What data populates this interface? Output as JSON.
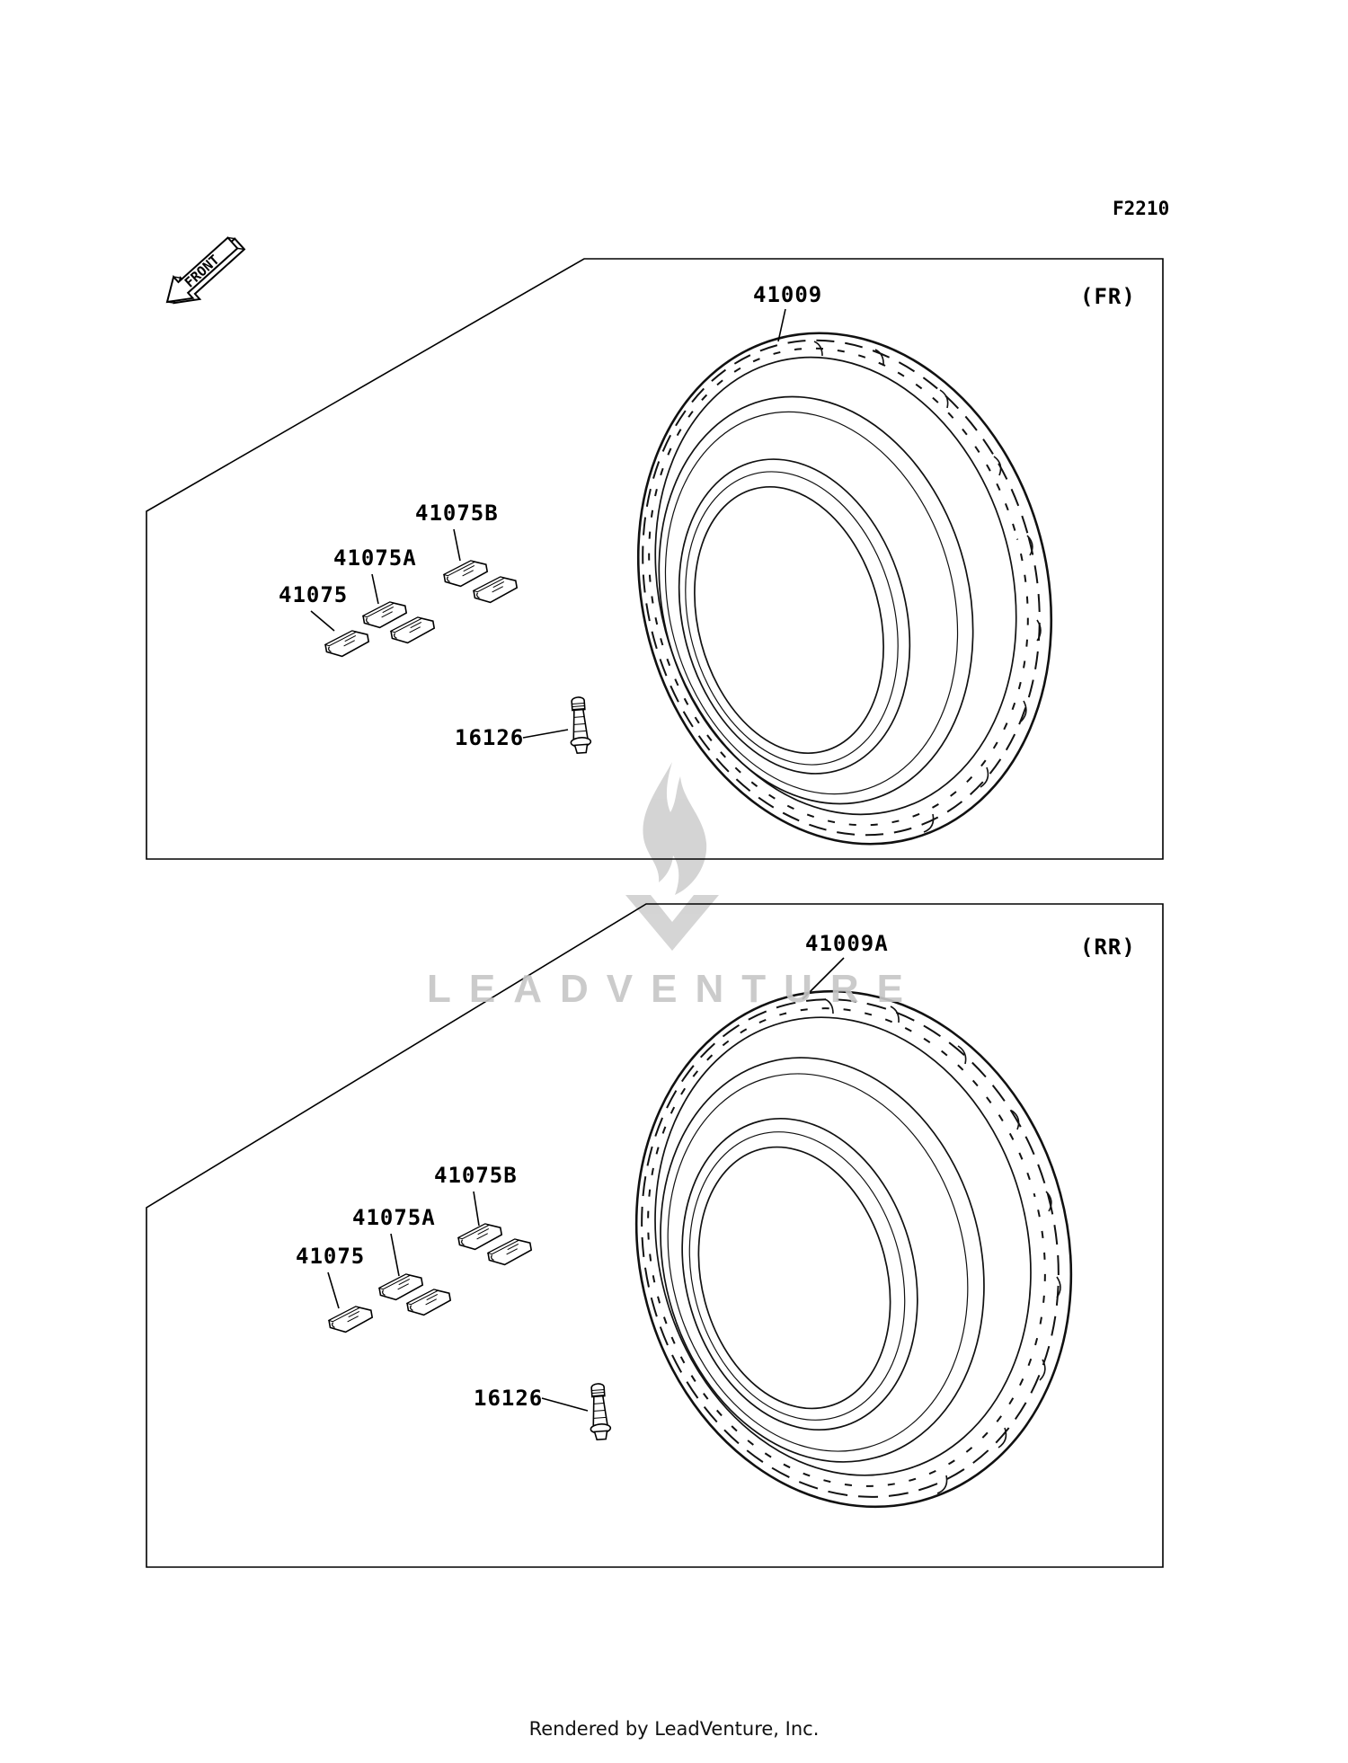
{
  "page": {
    "figure_code": "F2210",
    "front_arrow_label": "FRONT",
    "watermark_text": "LEADVENTURE",
    "footer_text": "Rendered by LeadVenture, Inc."
  },
  "front_panel": {
    "orientation_label": "(FR)",
    "parts": {
      "tire": "41009",
      "weight": "41075",
      "weight_a": "41075A",
      "weight_b": "41075B",
      "valve_stem": "16126"
    }
  },
  "rear_panel": {
    "orientation_label": "(RR)",
    "parts": {
      "tire": "41009A",
      "weight": "41075",
      "weight_a": "41075A",
      "weight_b": "41075B",
      "valve_stem": "16126"
    }
  }
}
